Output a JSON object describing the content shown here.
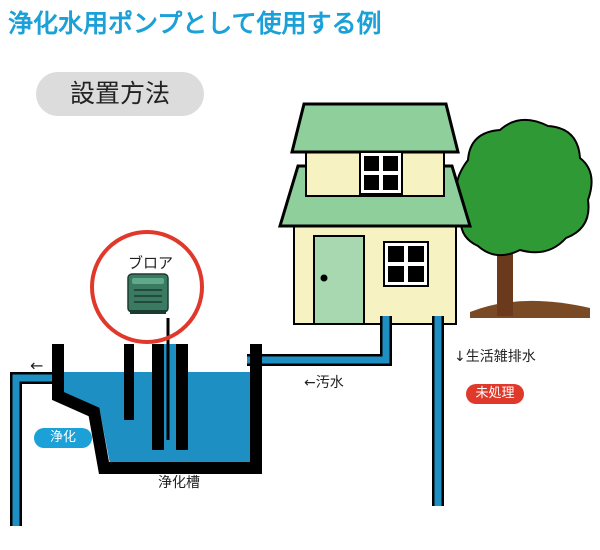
{
  "title": "浄化水用ポンプとして使用する例",
  "method_label": "設置方法",
  "labels": {
    "blower": "ブロア",
    "tank": "浄化槽",
    "sewage": "←汚水",
    "greywater": "↓生活雑排水",
    "outflow_arrow": "←"
  },
  "badges": {
    "purified": "浄化",
    "untreated": "未処理"
  },
  "colors": {
    "title": "#1ba0d8",
    "water": "#1d8fc2",
    "pipe": "#1d8fc2",
    "roof": "#8fcf9c",
    "wall": "#f6f2c2",
    "tree": "#2f9a35",
    "trunk": "#6b3a1d",
    "highlight_circle": "#e0392b",
    "badge_purified": "#1ba0d8",
    "badge_untreated": "#e0392b"
  }
}
